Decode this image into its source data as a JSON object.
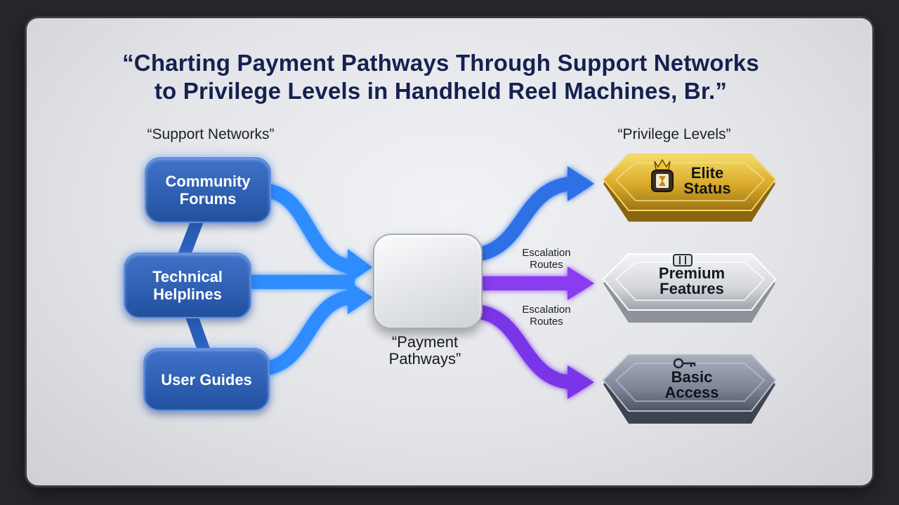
{
  "title": {
    "line1": "“Charting Payment Pathways Through Support Networks",
    "line2": "to Privilege Levels in Handheld Reel Machines, Br.”"
  },
  "left_label": "“Support Networks”",
  "right_label": "“Privilege Levels”",
  "support_nodes": {
    "community": "Community Forums",
    "helplines": "Technical Helplines",
    "guides": "User Guides"
  },
  "hub": {
    "label": "“Payment Pathways”",
    "icon": "handheld-reel-device-icon"
  },
  "routes": {
    "upper": "Escalation Routes",
    "lower": "Escalation Routes"
  },
  "levels": {
    "elite": {
      "label": "Elite Status",
      "icon": "crowned-reel-icon",
      "color": "#d8a928"
    },
    "premium": {
      "label": "Premium Features",
      "icon": "reel-icon",
      "color": "#d9dbe0"
    },
    "basic": {
      "label": "Basic Access",
      "icon": "key-icon",
      "color": "#7d8596"
    }
  },
  "colors": {
    "blue_flow": "#2e8cff",
    "purple_flow": "#8a3df0",
    "title": "#15214f"
  }
}
